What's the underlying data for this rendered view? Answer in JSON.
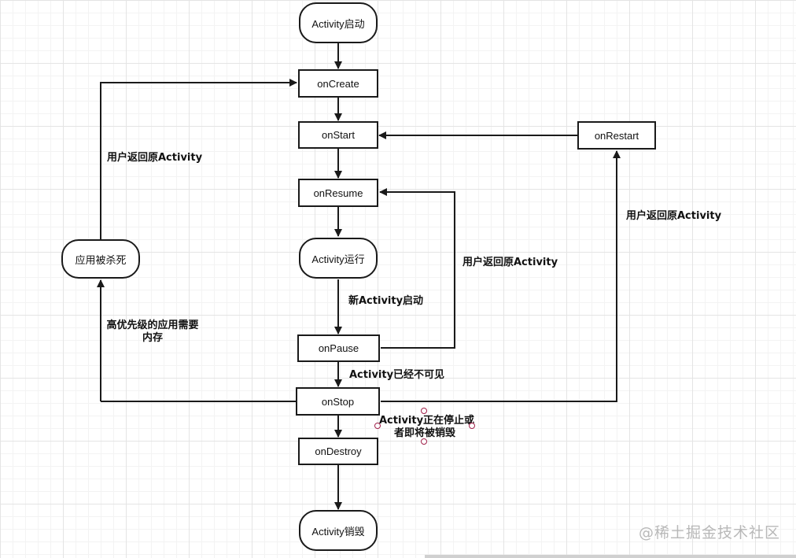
{
  "nodes": {
    "activity_start": "Activity启动",
    "on_create": "onCreate",
    "on_start": "onStart",
    "on_resume": "onResume",
    "activity_running": "Activity运行",
    "on_pause": "onPause",
    "on_stop": "onStop",
    "on_destroy": "onDestroy",
    "activity_destroyed": "Activity销毁",
    "on_restart": "onRestart",
    "app_killed": "应用被杀死"
  },
  "labels": {
    "user_return_left": "用户返回原Activity",
    "user_return_right": "用户返回原Activity",
    "user_return_mid": "用户返回原Activity",
    "new_activity_start": "新Activity启动",
    "activity_invisible": "Activity已经不可见",
    "higher_priority_line1": "高优先级的应用需要",
    "higher_priority_line2": "内存",
    "stopping_line1": "Activity正在停止或",
    "stopping_line2": "者即将被销毁"
  },
  "watermark": "@稀土掘金技术社区",
  "colors": {
    "stroke": "#1a1a1a",
    "grid": "#e4e4e4",
    "handle": "#a0204a"
  }
}
